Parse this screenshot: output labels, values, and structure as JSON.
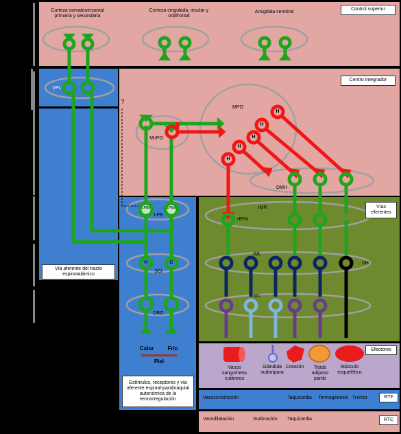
{
  "colors": {
    "pink": "#E3A7A3",
    "blue": "#3F7FD0",
    "olive": "#6E8A2E",
    "lavender": "#BBA7CC",
    "green": "#1DA51D",
    "red": "#F01616",
    "navy": "#0B2660",
    "lightblue": "#7FB5E0",
    "purple": "#6A3A8E",
    "black": "#000000",
    "grey": "#A0A0A0"
  },
  "levels": {
    "control_superior": "Control superior",
    "centro_integrador": "Centro integrador",
    "vias_eferentes": "Vías eferentes",
    "efectores": "Efectores",
    "rtf": "RTF",
    "rtc": "RTC"
  },
  "cortex": {
    "somatosensorial": "Corteza somatosensorial primaria y secundaria",
    "cingulada": "Corteza cingulada, insular y orbifrontal",
    "amigdala": "Amígdala cerebral"
  },
  "nuclei": {
    "vpl": "VPL",
    "mpo": "MPO",
    "mnpo": "MnPO",
    "dmh": "DMH",
    "rmr": "rMR",
    "rrpa": "rRPa",
    "lpb": "LPB",
    "lpbd": "LPBd",
    "lpbel": "LPBel",
    "sci": "SCI",
    "drg": "DRG",
    "iml": "IML",
    "sg": "SG",
    "vh": "VH",
    "h": "H",
    "c": "C",
    "question": "?"
  },
  "afferent": {
    "calor": "Calor",
    "frio": "Frío",
    "piel": "Piel",
    "tracto": "Vía aferente del tracto espinotalámico",
    "estimulos": "Estímulos, receptores y vía aferente espinal-parabraquial autonómica de la termorregulación"
  },
  "effectors": {
    "vasos": "Vasos sanguíneos cutáneos",
    "glandula": "Glándula sudorípara",
    "corazon": "Corazón",
    "tejido": "Tejido adiposo pardo",
    "musculo": "Músculo esquelético"
  },
  "rtf_items": {
    "vasoconstriccion": "Vasoconstricción",
    "taquicardia": "Taquicardia",
    "termogenesis": "Termogénesis",
    "temblor": "Tremor"
  },
  "rtc_items": {
    "vasodilatacion": "Vasodilatación",
    "sudoracion": "Sudoración",
    "taquicardia": "Taquicardia"
  }
}
